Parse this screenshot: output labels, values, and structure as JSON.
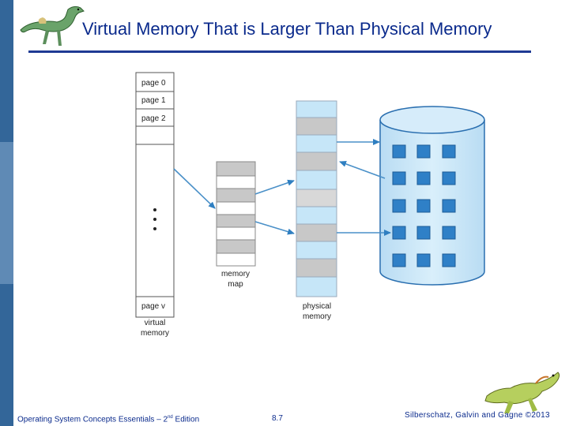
{
  "slide": {
    "title": "Virtual Memory That is Larger Than Physical Memory",
    "footer_left_main": "Operating System Concepts Essentials – 2",
    "footer_left_sup": "nd",
    "footer_left_tail": " Edition",
    "footer_page": "8.7",
    "footer_right": "Silberschatz, Galvin and Gagne ©2013"
  },
  "diagram": {
    "virtual_memory": {
      "pages": [
        "page 0",
        "page 1",
        "page 2"
      ],
      "ellipsis": "•\n•\n•",
      "last_page": "page v",
      "label_line1": "virtual",
      "label_line2": "memory"
    },
    "memory_map": {
      "label_line1": "memory",
      "label_line2": "map"
    },
    "physical_memory": {
      "label_line1": "physical",
      "label_line2": "memory"
    },
    "colors": {
      "sidebar": "#336699",
      "title": "#0a2a8c",
      "disk": "#c9e6f8",
      "disk_square": "#2f80c7",
      "arrow": "#4a90c8",
      "frame_gray": "#c8c8c8",
      "frame_blue": "#c6e6f8"
    },
    "icons": [
      "dinosaur-icon",
      "lizard-icon"
    ]
  }
}
